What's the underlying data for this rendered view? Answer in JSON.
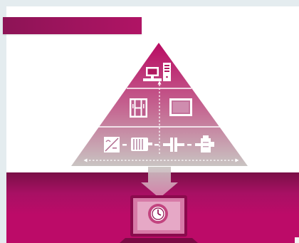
{
  "colors": {
    "brand": "#b00f62",
    "brand_dark": "#7a0f46",
    "pyramid_top": "#b80a62",
    "pyramid_bottom": "#c9c4c2",
    "card_background": "#ffffff",
    "page_background": "#e4ecef"
  },
  "pyramid": {
    "levels": [
      {
        "level": "top",
        "icons": [
          "workstation-icon",
          "server-tower-icon"
        ]
      },
      {
        "level": "middle",
        "icons": [
          "control-cabinet-icon",
          "monitor-panel-icon"
        ]
      },
      {
        "level": "bottom",
        "icons": [
          "frequency-converter-icon",
          "motor-icon",
          "coupling-icon",
          "gearbox-icon"
        ]
      }
    ]
  },
  "device": {
    "icons": [
      "laptop-icon",
      "clock-icon"
    ]
  }
}
